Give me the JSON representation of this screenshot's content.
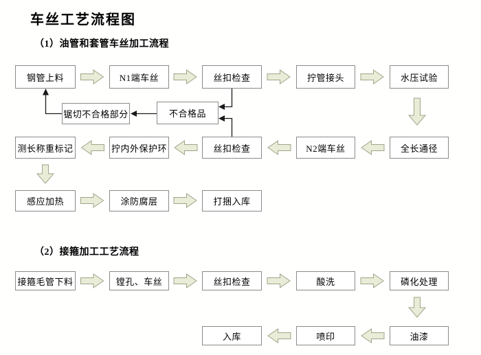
{
  "title": "车丝工艺流程图",
  "sections": {
    "s1": {
      "heading": "（1）油管和套管车丝加工流程"
    },
    "s2": {
      "heading": "（2）接箍加工工艺流程"
    }
  },
  "nodes": {
    "steel_pipe_loading": {
      "label": "钢管上料"
    },
    "n1_end_threading": {
      "label": "N1端车丝"
    },
    "thread_inspection_1": {
      "label": "丝扣检查"
    },
    "pipe_coupling_tightening": {
      "label": "拧管接头"
    },
    "hydrostatic_test": {
      "label": "水压试验"
    },
    "saw_cut_defective": {
      "label": "锯切不合格部分"
    },
    "defective_product": {
      "label": "不合格品"
    },
    "length_weight_marking": {
      "label": "测长称重标记"
    },
    "protector_ring_fitting": {
      "label": "拧内外保护环"
    },
    "thread_inspection_2": {
      "label": "丝扣检查"
    },
    "n2_end_threading": {
      "label": "N2端车丝"
    },
    "full_length_drift": {
      "label": "全长通径"
    },
    "induction_heating": {
      "label": "感应加热"
    },
    "anticorrosive_coating": {
      "label": "涂防腐层"
    },
    "bundling_storage": {
      "label": "打捆入库"
    },
    "coupling_blank_cutting": {
      "label": "接箍毛管下料"
    },
    "boring_threading": {
      "label": "镗孔、车丝"
    },
    "thread_inspection_3": {
      "label": "丝扣检查"
    },
    "pickling": {
      "label": "酸洗"
    },
    "phosphating": {
      "label": "磷化处理"
    },
    "warehousing": {
      "label": "入库"
    },
    "stencil_printing": {
      "label": "喷印"
    },
    "painting": {
      "label": "油漆"
    }
  },
  "colors": {
    "background": "#fffffe",
    "box_border": "#8a8a8a",
    "arrow_fill": "#e9ecd7",
    "arrow_stroke": "#9da687",
    "connector": "#1b1b1b",
    "text": "#000000"
  }
}
